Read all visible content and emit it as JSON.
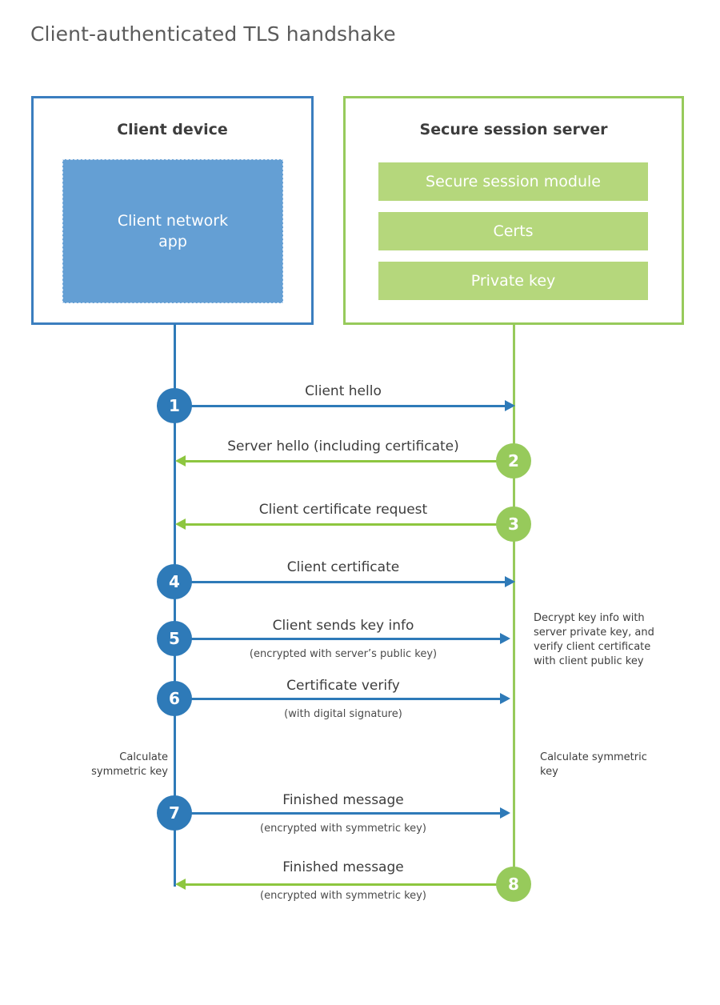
{
  "diagram": {
    "title": "Client-authenticated TLS handshake",
    "colors": {
      "client_blue": "#2e7ab8",
      "client_box_border": "#3b7ebf",
      "client_app_fill": "#649fd4",
      "server_green": "#97ca5b",
      "server_arrow_green": "#8dc63f",
      "server_bar_fill": "#b5d77c",
      "text": "#3d3d3d",
      "title_text": "#5b5b5b"
    },
    "client": {
      "title": "Client device",
      "app_label": "Client network app"
    },
    "server": {
      "title": "Secure session server",
      "modules": [
        {
          "label": "Secure session module"
        },
        {
          "label": "Certs"
        },
        {
          "label": "Private key"
        }
      ]
    },
    "steps": [
      {
        "number": "1",
        "label": "Client hello",
        "sublabel": "",
        "direction": "client-to-server",
        "color": "blue"
      },
      {
        "number": "2",
        "label": "Server hello (including certificate)",
        "sublabel": "",
        "direction": "server-to-client",
        "color": "green"
      },
      {
        "number": "3",
        "label": "Client certificate request",
        "sublabel": "",
        "direction": "server-to-client",
        "color": "green"
      },
      {
        "number": "4",
        "label": "Client certificate",
        "sublabel": "",
        "direction": "client-to-server",
        "color": "blue"
      },
      {
        "number": "5",
        "label": "Client sends key info",
        "sublabel": "(encrypted with server’s public key)",
        "direction": "client-to-server",
        "color": "blue"
      },
      {
        "number": "6",
        "label": "Certificate verify",
        "sublabel": "(with digital signature)",
        "direction": "client-to-server",
        "color": "blue"
      },
      {
        "number": "7",
        "label": "Finished message",
        "sublabel": "(encrypted with symmetric key)",
        "direction": "client-to-server",
        "color": "blue"
      },
      {
        "number": "8",
        "label": "Finished message",
        "sublabel": "(encrypted with symmetric key)",
        "direction": "server-to-client",
        "color": "green"
      }
    ],
    "annotations": {
      "server_decrypt": "Decrypt key info with server private key, and verify client certificate with client public key",
      "client_calculate": "Calculate symmetric key",
      "server_calculate": "Calculate symmetric key"
    }
  }
}
